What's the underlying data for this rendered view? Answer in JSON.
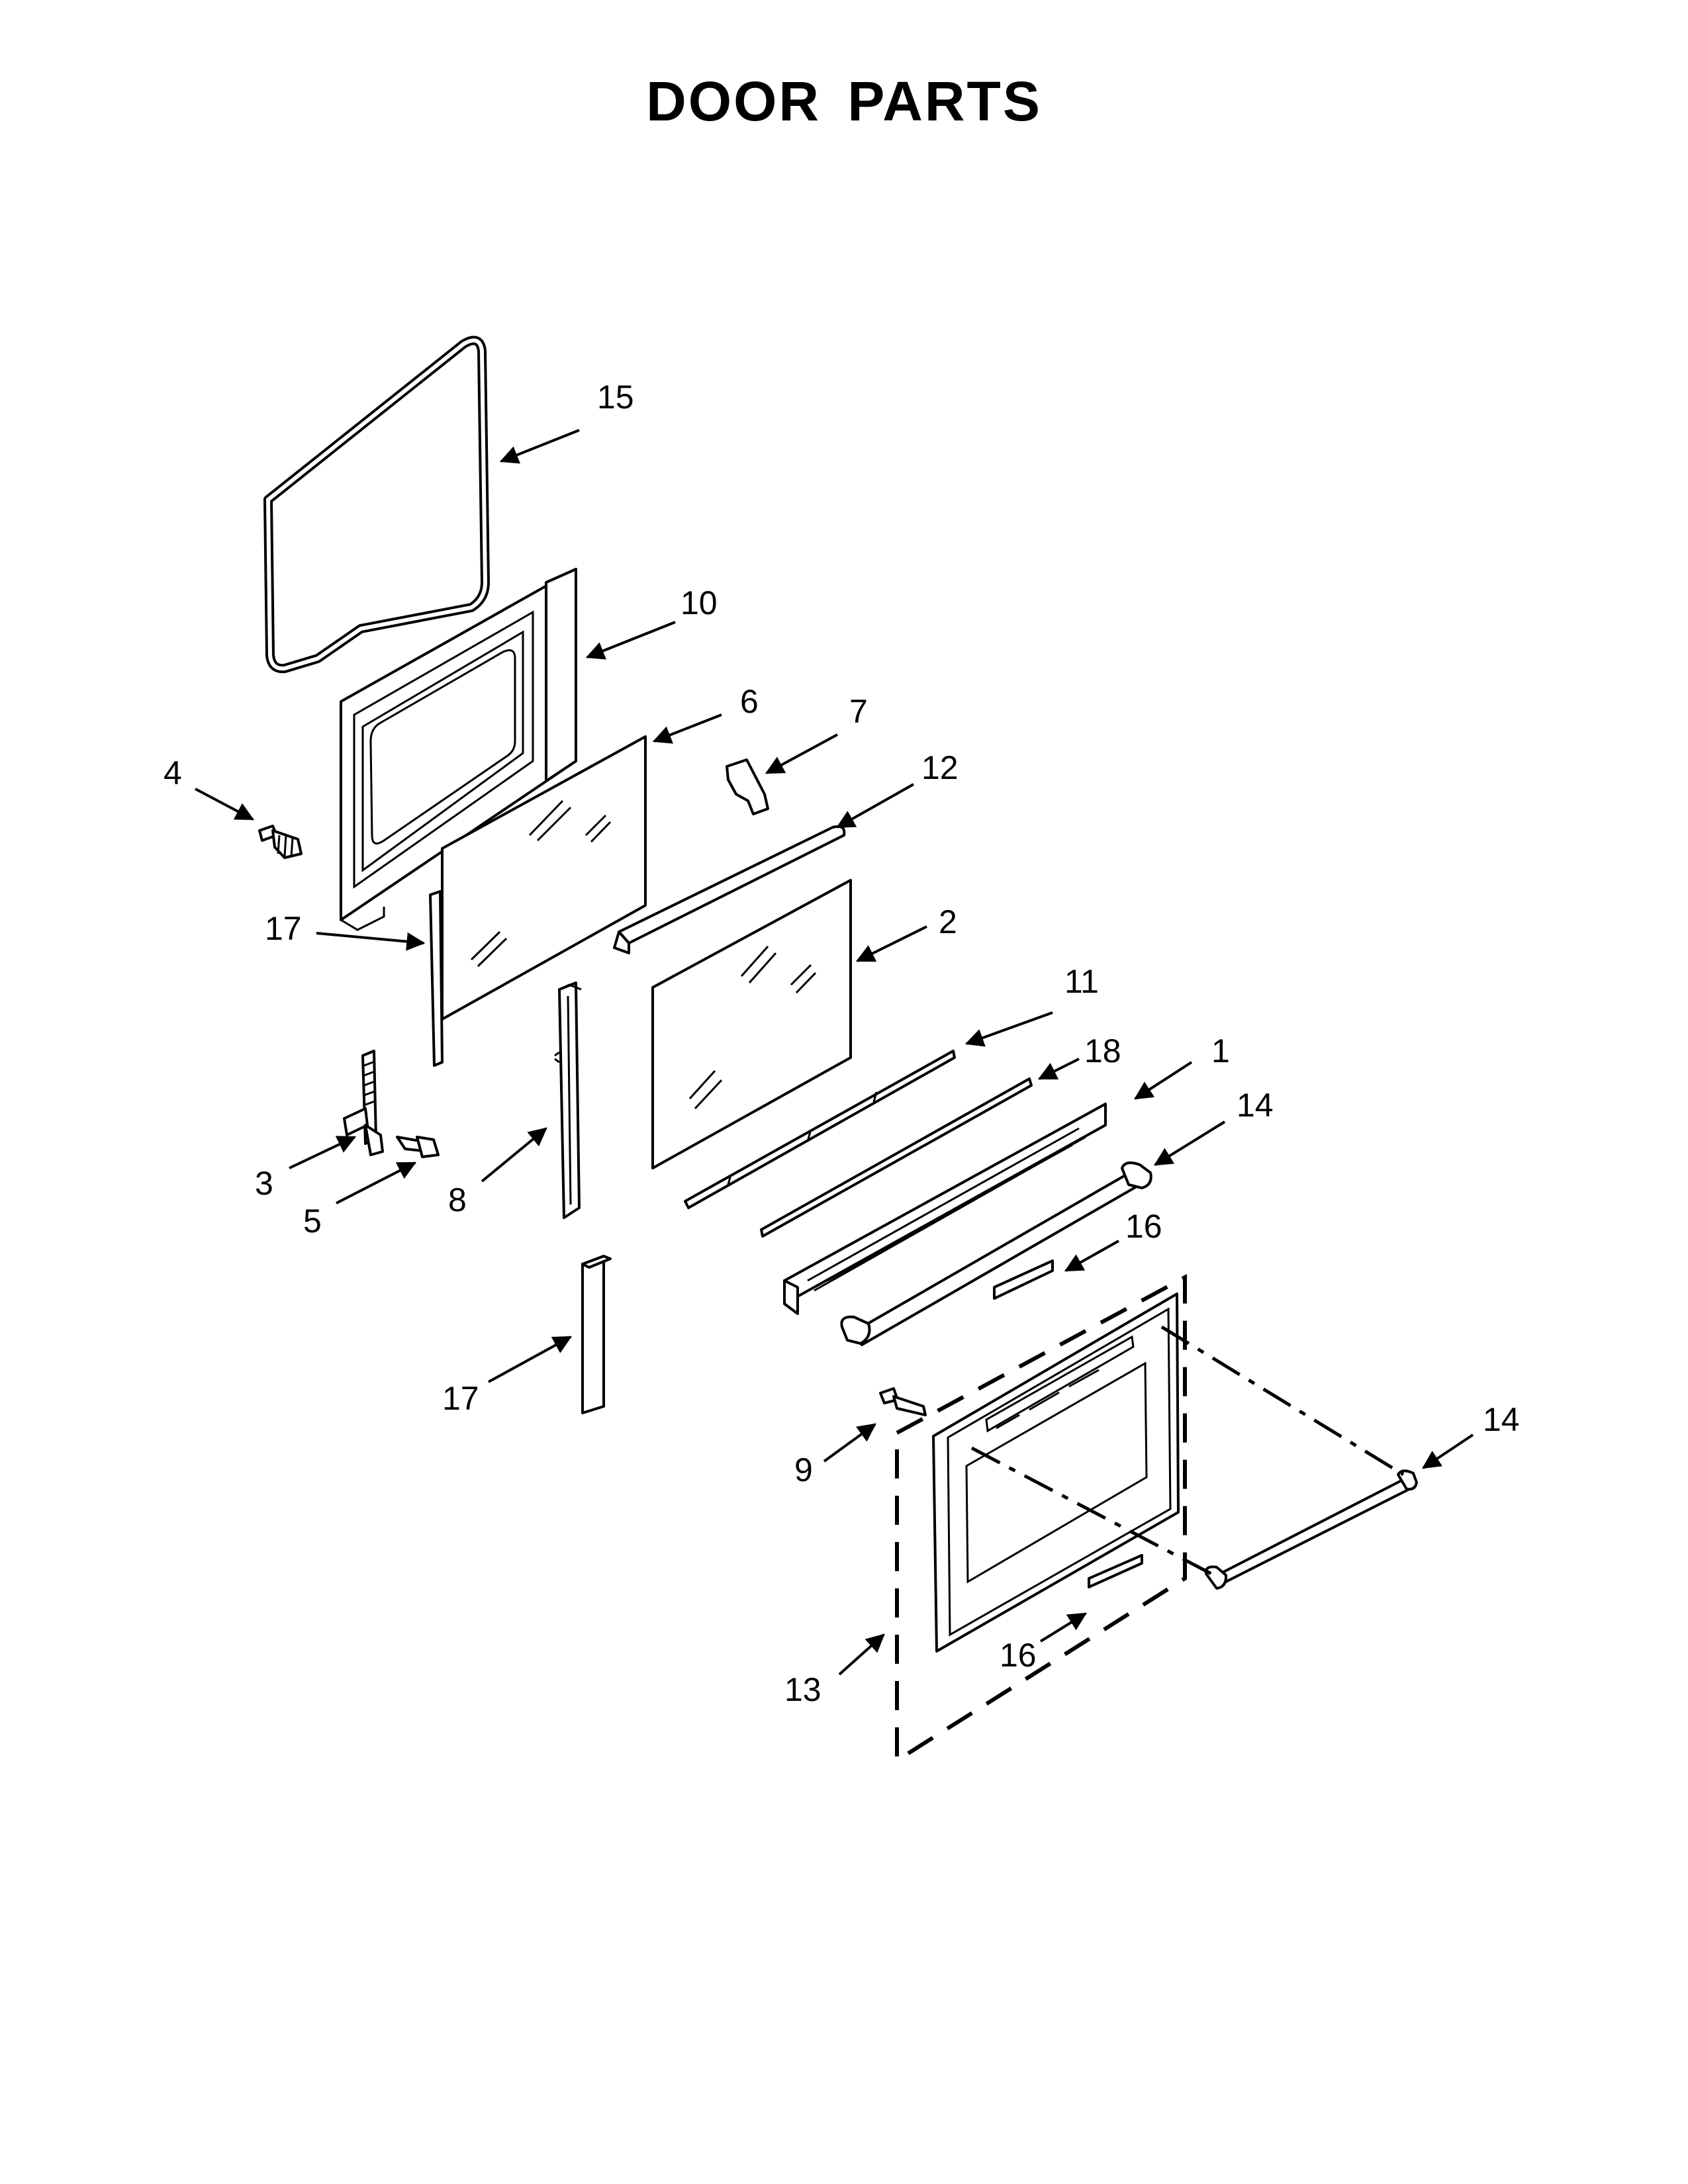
{
  "title": "DOOR PARTS",
  "callouts": {
    "c1": "1",
    "c2": "2",
    "c3": "3",
    "c4": "4",
    "c5": "5",
    "c6": "6",
    "c7": "7",
    "c8": "8",
    "c9": "9",
    "c10": "10",
    "c11": "11",
    "c12": "12",
    "c13": "13",
    "c14_upper": "14",
    "c14_lower": "14",
    "c15": "15",
    "c16_upper": "16",
    "c16_lower": "16",
    "c17_upper": "17",
    "c17_lower": "17",
    "c18": "18"
  }
}
